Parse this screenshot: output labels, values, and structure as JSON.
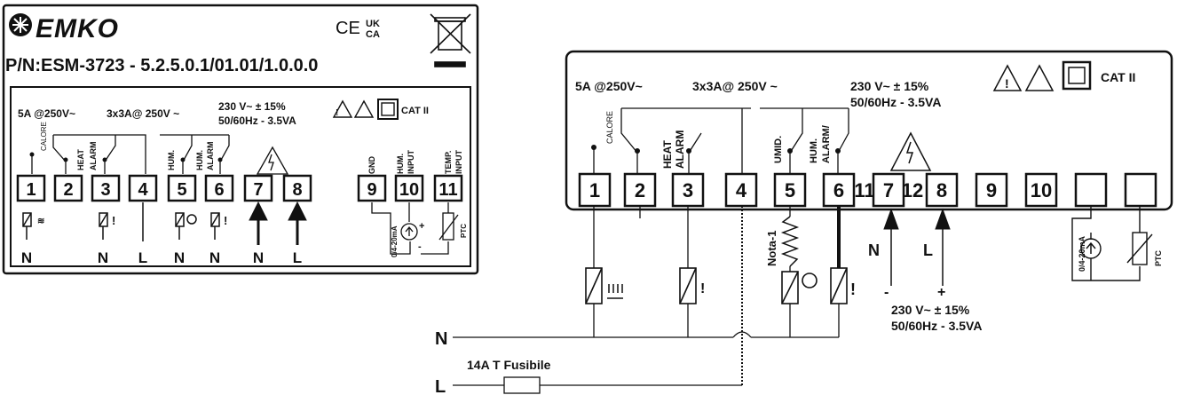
{
  "label": {
    "brand": "EMKO",
    "part_number": "P/N:ESM-3723 - 5.2.5.0.1/01.01/1.0.0.0",
    "cert_ce": "CE",
    "cert_uk": "UK",
    "cert_ca": "CA",
    "rating_relay": "5A @250V~",
    "rating_relay3": "3x3A@ 250V ~",
    "supply": "230 V~ ± 15%",
    "supply2": "50/60Hz - 3.5VA",
    "cat": "CAT II",
    "relay_labels": [
      "CALORE",
      "HEAT",
      "ALARM",
      "HUM.",
      "HUM.",
      "ALARM"
    ],
    "input_labels": [
      "GND",
      "HUM.",
      "INPUT",
      "TEMP.",
      "INPUT"
    ],
    "terminals": [
      "1",
      "2",
      "3",
      "4",
      "5",
      "6",
      "7",
      "8",
      "9",
      "10",
      "11"
    ],
    "bottom_labels": [
      "N",
      "N",
      "L",
      "N",
      "N",
      "N",
      "L"
    ],
    "mA": "0/4-20mA",
    "ptc": "PTC",
    "plus": "+",
    "minus": "-"
  },
  "wiring": {
    "rating_relay": "5A @250V~",
    "rating_relay3": "3x3A@ 250V ~",
    "supply": "230 V~ ± 15%",
    "supply2": "50/60Hz - 3.5VA",
    "cat": "CAT II",
    "relay_labels": [
      "CALORE",
      "HEAT",
      "ALARM",
      "UMID.",
      "HUM.",
      "ALARM/"
    ],
    "terminals": [
      "1",
      "2",
      "3",
      "4",
      "5",
      "6",
      "11",
      "7",
      "12",
      "8",
      "9",
      "10"
    ],
    "nota": "Nota-1",
    "N": "N",
    "L": "L",
    "plus": "+",
    "minus": "-",
    "supply_bottom": "230 V~ ± 15%",
    "supply_bottom2": "50/60Hz - 3.5VA",
    "mains_N": "N",
    "mains_L": "L",
    "fuse": "14A T Fusibile",
    "mA": "0/4-20mA",
    "ptc": "PTC"
  }
}
